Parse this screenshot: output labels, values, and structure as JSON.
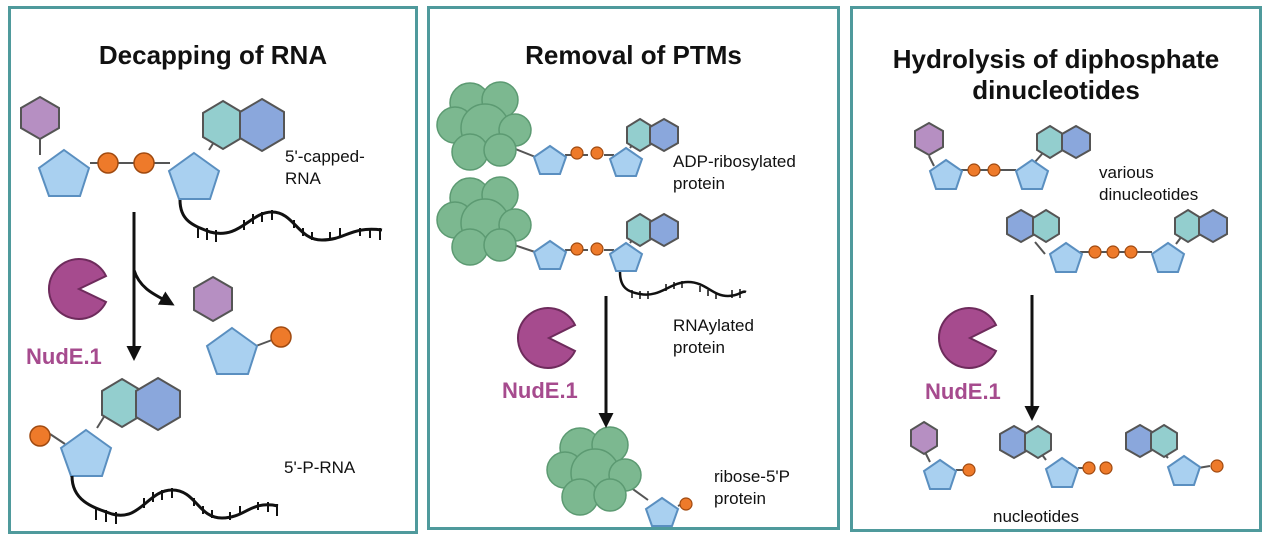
{
  "colors": {
    "panel_border": "#4f9a9c",
    "hexagon_purple": "#b68fc2",
    "hexagon_teal": "#93cece",
    "hexagon_blue": "#8aa7dc",
    "pentagon": "#a9d0f0",
    "phosphate": "#ee7a2a",
    "enzyme": "#a64b8e",
    "protein": "#7cb890"
  },
  "icons": [
    "hexagon-purple",
    "hexagon-teal",
    "hexagon-blue",
    "pentagon-ribose",
    "phosphate-circle",
    "pacman-enzyme",
    "protein-blob",
    "rna-strand",
    "arrow"
  ],
  "panels": [
    {
      "title": "Decapping of RNA",
      "labels": {
        "substrate": "5'-capped-\nRNA",
        "product": "5'-P-RNA"
      },
      "enzyme": "NudE.1"
    },
    {
      "title": "Removal of PTMs",
      "labels": {
        "substrate1": "ADP-ribosylated\nprotein",
        "substrate2": "RNAylated\nprotein",
        "product": "ribose-5'P\nprotein"
      },
      "enzyme": "NudE.1"
    },
    {
      "title": "Hydrolysis of diphosphate\ndinucleotides",
      "labels": {
        "substrate": "various\ndinucleotides",
        "product": "nucleotides"
      },
      "enzyme": "NudE.1"
    }
  ]
}
